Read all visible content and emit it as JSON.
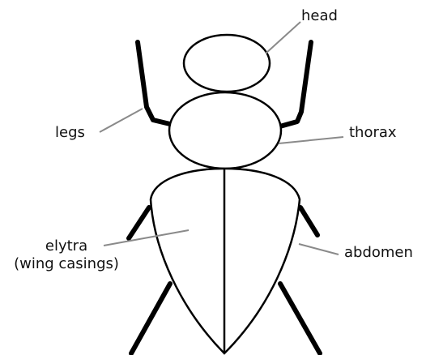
{
  "diagram": {
    "labels": {
      "head": "head",
      "thorax": "thorax",
      "legs": "legs",
      "elytra_line1": "elytra",
      "elytra_line2": "(wing casings)",
      "abdomen": "abdomen"
    },
    "colors": {
      "outline": "#000000",
      "leader_line": "#8a8a8a",
      "text": "#111111",
      "background": "#ffffff"
    }
  }
}
